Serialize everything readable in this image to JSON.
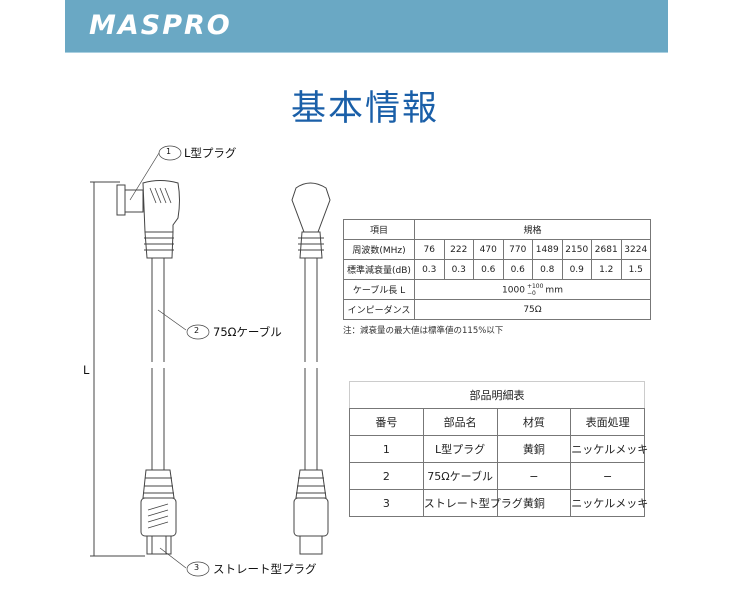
{
  "header": {
    "logo": "MASPRO",
    "brand_color": "#6aa8c4"
  },
  "title": "基本情報",
  "drawing": {
    "callouts": [
      {
        "num": "1",
        "label": "L型プラグ"
      },
      {
        "num": "2",
        "label": "75Ωケーブル"
      },
      {
        "num": "3",
        "label": "ストレート型プラグ"
      }
    ],
    "dimension_label": "L"
  },
  "spec_table": {
    "header": {
      "item": "項目",
      "spec": "規格"
    },
    "frequency": {
      "label": "周波数(MHz)",
      "values": [
        "76",
        "222",
        "470",
        "770",
        "1489",
        "2150",
        "2681",
        "3224"
      ]
    },
    "attenuation": {
      "label": "標準減衰量(dB)",
      "values": [
        "0.3",
        "0.3",
        "0.6",
        "0.6",
        "0.8",
        "0.9",
        "1.2",
        "1.5"
      ]
    },
    "cable_length": {
      "label": "ケーブル長 L",
      "value": "1000",
      "tol_plus": "+100",
      "tol_minus": "−0",
      "unit": "mm"
    },
    "impedance": {
      "label": "インピーダンス",
      "value": "75Ω"
    },
    "note": "注：減衰量の最大値は標準値の115%以下"
  },
  "parts_table": {
    "caption": "部品明細表",
    "columns": [
      "番号",
      "部品名",
      "材質",
      "表面処理"
    ],
    "rows": [
      [
        "1",
        "L型プラグ",
        "黄銅",
        "ニッケルメッキ"
      ],
      [
        "2",
        "75Ωケーブル",
        "−",
        "−"
      ],
      [
        "3",
        "ストレート型プラグ",
        "黄銅",
        "ニッケルメッキ"
      ]
    ]
  }
}
